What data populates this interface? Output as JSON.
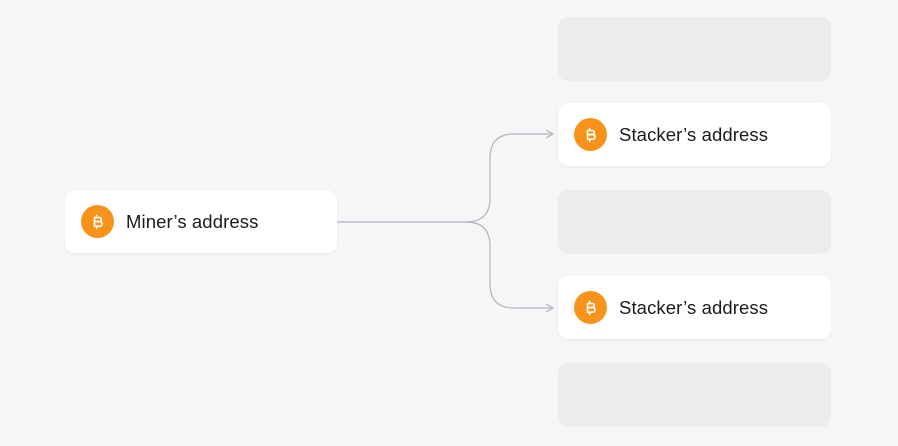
{
  "colors": {
    "background": "#f6f6f8",
    "card": "#ffffff",
    "placeholder": "#ececee",
    "bitcoin_orange": "#f7931a",
    "connector_line": "#b4b4bb",
    "text": "#1b1b1f"
  },
  "icon": "bitcoin-icon",
  "miner": {
    "label": "Miner’s address"
  },
  "stackers": [
    {
      "label": "Stacker’s address"
    },
    {
      "label": "Stacker’s address"
    }
  ]
}
